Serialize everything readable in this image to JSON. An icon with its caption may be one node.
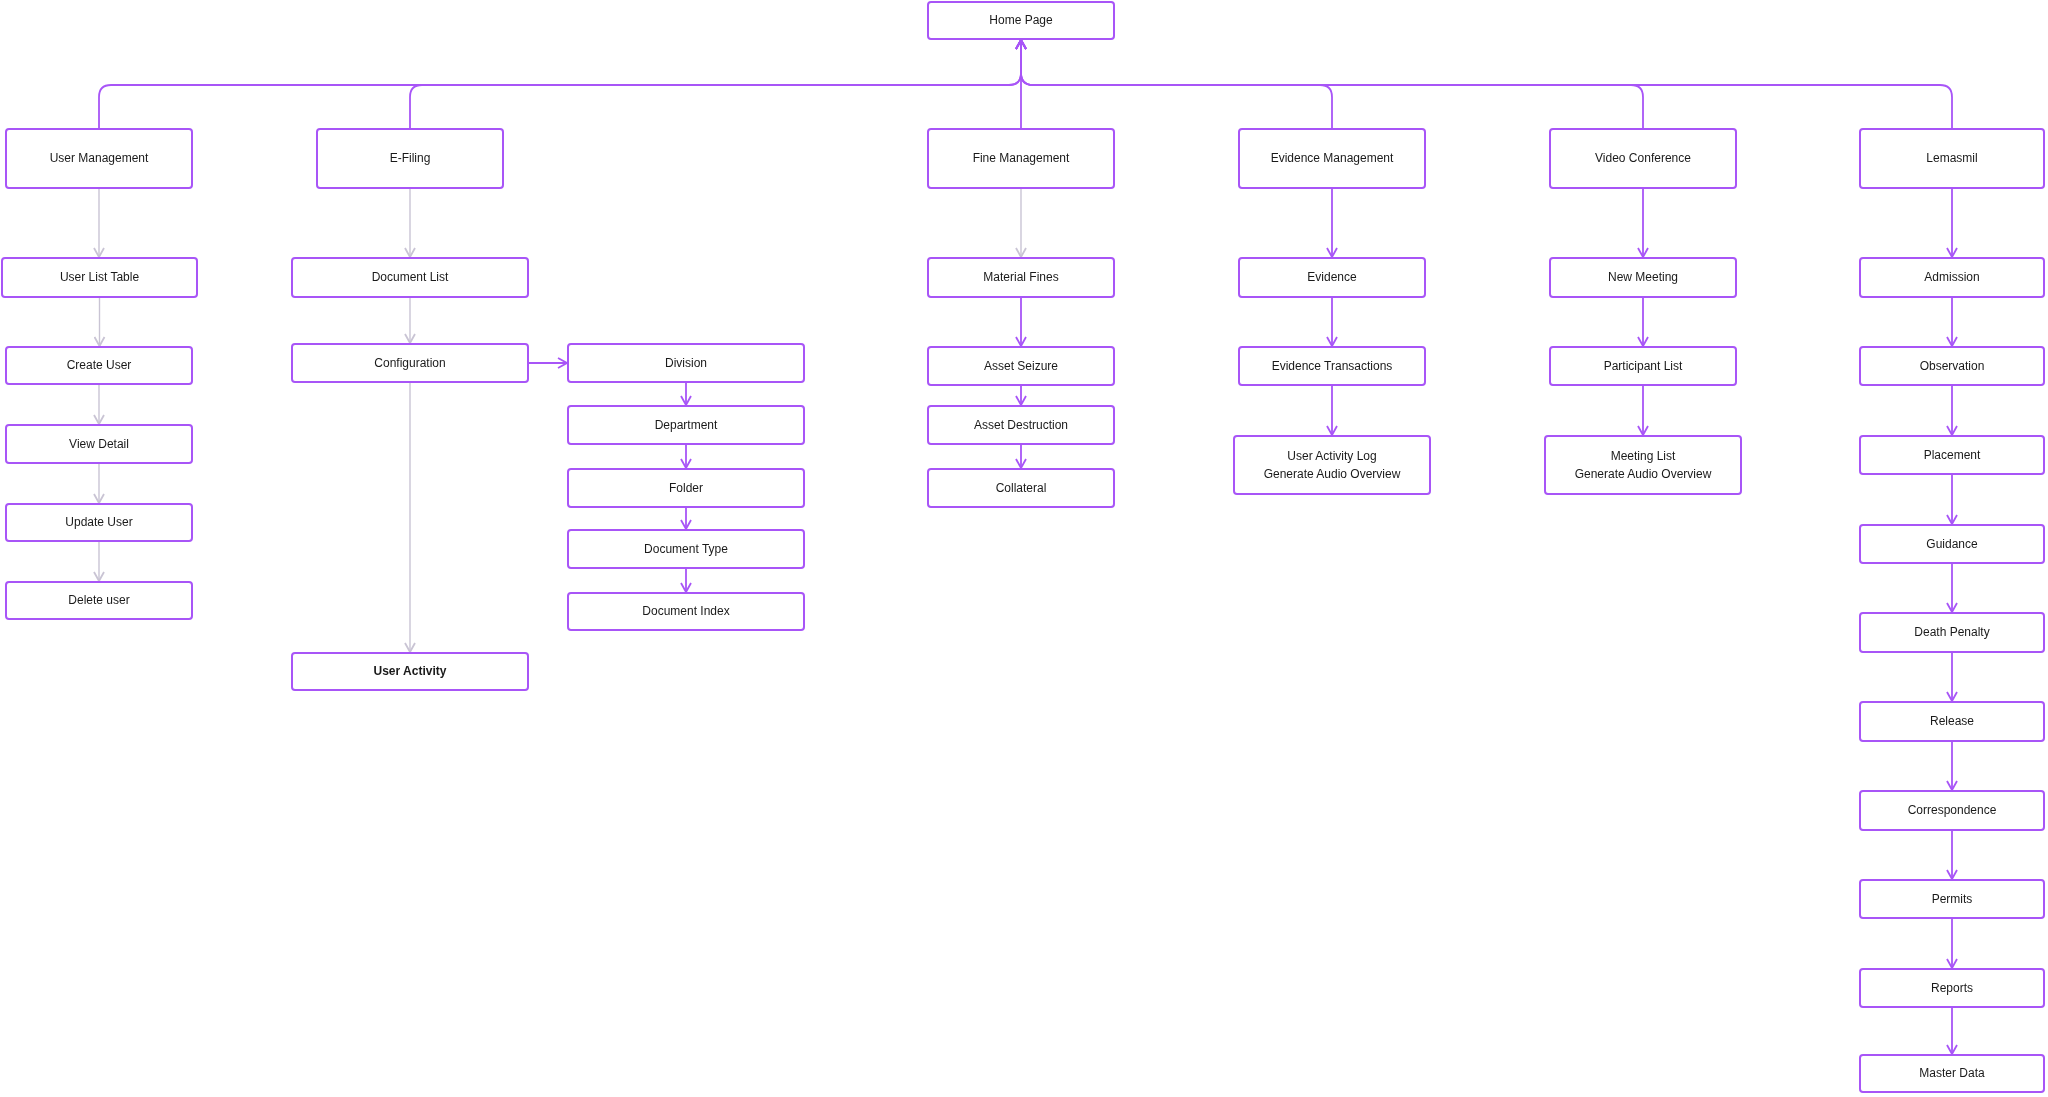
{
  "diagram": {
    "nodes": [
      {
        "text": [
          "Home Page"
        ]
      },
      {
        "text": [
          "User Management"
        ]
      },
      {
        "text": [
          "E-Filing"
        ]
      },
      {
        "text": [
          "Fine Management"
        ]
      },
      {
        "text": [
          "Evidence Management"
        ]
      },
      {
        "text": [
          "Video Conference"
        ]
      },
      {
        "text": [
          "Lemasmil"
        ]
      },
      {
        "text": [
          "User List Table"
        ]
      },
      {
        "text": [
          "Create User"
        ]
      },
      {
        "text": [
          "View Detail"
        ]
      },
      {
        "text": [
          "Update User"
        ]
      },
      {
        "text": [
          "Delete user"
        ]
      },
      {
        "text": [
          "Document List"
        ]
      },
      {
        "text": [
          "Configuration"
        ]
      },
      {
        "text": [
          "User Activity"
        ]
      },
      {
        "text": [
          "Division"
        ]
      },
      {
        "text": [
          "Department"
        ]
      },
      {
        "text": [
          "Folder"
        ]
      },
      {
        "text": [
          "Document Type"
        ]
      },
      {
        "text": [
          "Document Index"
        ]
      },
      {
        "text": [
          "Material Fines"
        ]
      },
      {
        "text": [
          "Asset Seizure"
        ]
      },
      {
        "text": [
          "Asset Destruction"
        ]
      },
      {
        "text": [
          "Collateral"
        ]
      },
      {
        "text": [
          "Evidence"
        ]
      },
      {
        "text": [
          "Evidence Transactions"
        ]
      },
      {
        "text": [
          "User Activity Log",
          "Generate Audio Overview"
        ]
      },
      {
        "text": [
          "New Meeting"
        ]
      },
      {
        "text": [
          "Participant List"
        ]
      },
      {
        "text": [
          "Meeting List",
          "Generate Audio Overview"
        ]
      },
      {
        "text": [
          "Admission"
        ]
      },
      {
        "text": [
          "Observation"
        ]
      },
      {
        "text": [
          "Placement"
        ]
      },
      {
        "text": [
          "Guidance"
        ]
      },
      {
        "text": [
          "Death Penalty"
        ]
      },
      {
        "text": [
          "Release"
        ]
      },
      {
        "text": [
          "Correspondence"
        ]
      },
      {
        "text": [
          "Permits"
        ]
      },
      {
        "text": [
          "Reports"
        ]
      },
      {
        "text": [
          "Master Data"
        ]
      }
    ],
    "edges": [
      {
        "from": 1,
        "to": 0,
        "arrow": "to"
      },
      {
        "from": 2,
        "to": 0,
        "arrow": "to"
      },
      {
        "from": 3,
        "to": 0,
        "arrow": "to"
      },
      {
        "from": 4,
        "to": 0,
        "arrow": "to"
      },
      {
        "from": 5,
        "to": 0,
        "arrow": "to"
      },
      {
        "from": 6,
        "to": 0,
        "arrow": "to"
      },
      {
        "from": 1,
        "to": 7,
        "arrow": "to",
        "color": "#c9c4d4"
      },
      {
        "from": 7,
        "to": 8,
        "arrow": "to",
        "color": "#c9c4d4"
      },
      {
        "from": 8,
        "to": 9,
        "arrow": "to",
        "color": "#c9c4d4"
      },
      {
        "from": 9,
        "to": 10,
        "arrow": "to",
        "color": "#c9c4d4"
      },
      {
        "from": 10,
        "to": 11,
        "arrow": "to",
        "color": "#c9c4d4"
      },
      {
        "from": 2,
        "to": 12,
        "arrow": "to",
        "color": "#c9c4d4"
      },
      {
        "from": 12,
        "to": 13,
        "arrow": "to",
        "color": "#c9c4d4"
      },
      {
        "from": 13,
        "to": 14,
        "arrow": "to",
        "color": "#c9c4d4"
      },
      {
        "from": 13,
        "to": 15,
        "arrow": "to"
      },
      {
        "from": 15,
        "to": 16,
        "arrow": "to"
      },
      {
        "from": 16,
        "to": 17,
        "arrow": "to"
      },
      {
        "from": 17,
        "to": 18,
        "arrow": "to"
      },
      {
        "from": 18,
        "to": 19,
        "arrow": "to"
      },
      {
        "from": 3,
        "to": 20,
        "arrow": "to",
        "color": "#c9c4d4"
      },
      {
        "from": 20,
        "to": 21,
        "arrow": "to"
      },
      {
        "from": 21,
        "to": 22,
        "arrow": "to"
      },
      {
        "from": 22,
        "to": 23,
        "arrow": "to"
      },
      {
        "from": 4,
        "to": 24,
        "arrow": "to"
      },
      {
        "from": 24,
        "to": 25,
        "arrow": "to"
      },
      {
        "from": 25,
        "to": 26,
        "arrow": "to"
      },
      {
        "from": 5,
        "to": 27,
        "arrow": "to"
      },
      {
        "from": 27,
        "to": 28,
        "arrow": "to"
      },
      {
        "from": 28,
        "to": 29,
        "arrow": "to"
      },
      {
        "from": 6,
        "to": 30,
        "arrow": "to"
      },
      {
        "from": 30,
        "to": 31,
        "arrow": "to"
      },
      {
        "from": 31,
        "to": 32,
        "arrow": "to"
      },
      {
        "from": 32,
        "to": 33,
        "arrow": "to"
      },
      {
        "from": 33,
        "to": 34,
        "arrow": "to"
      },
      {
        "from": 34,
        "to": 35,
        "arrow": "to"
      },
      {
        "from": 35,
        "to": 36,
        "arrow": "to"
      },
      {
        "from": 36,
        "to": 37,
        "arrow": "to"
      },
      {
        "from": 37,
        "to": 38,
        "arrow": "to"
      },
      {
        "from": 38,
        "to": 39,
        "arrow": "to"
      }
    ]
  }
}
